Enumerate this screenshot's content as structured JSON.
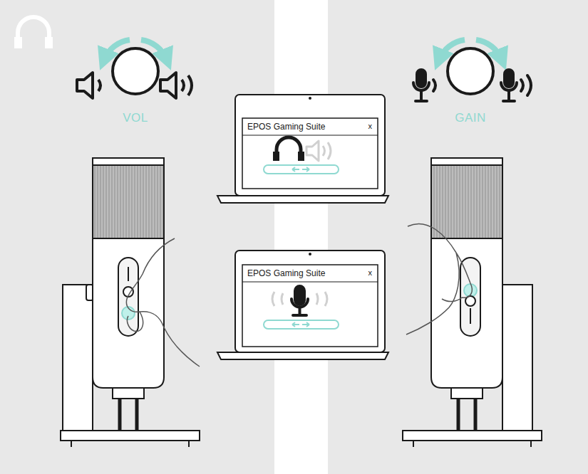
{
  "diagram": {
    "nodes": [
      {
        "text": [
          "EPOS Gaming Suite",
          "x"
        ]
      },
      {
        "text": [
          "EPOS Gaming Suite",
          "x"
        ]
      }
    ],
    "labels": [
      "VOL",
      "GAIN"
    ]
  }
}
